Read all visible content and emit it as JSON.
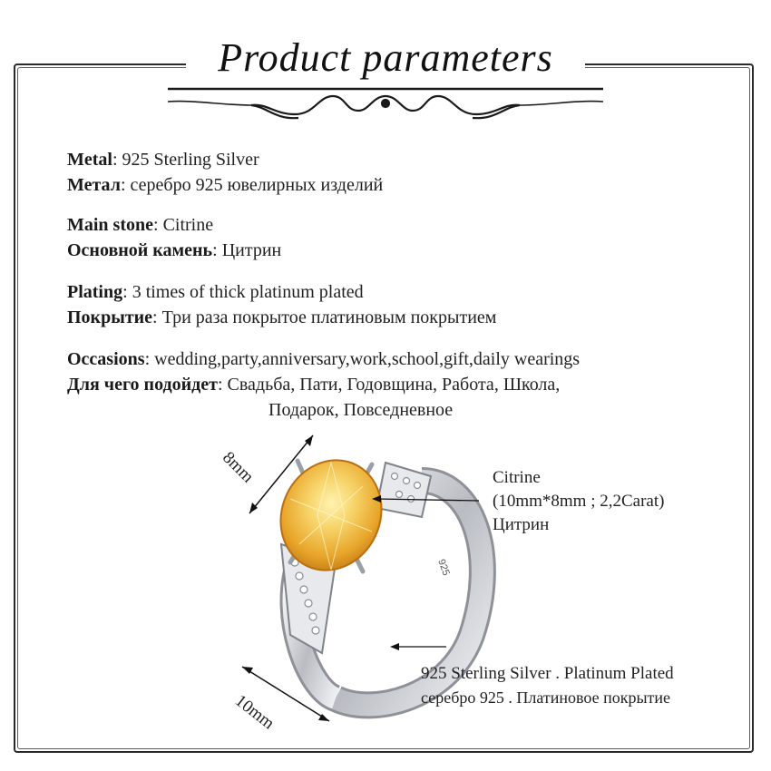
{
  "header": {
    "title": "Product parameters"
  },
  "specs": [
    {
      "label": "Metal",
      "sep": ": ",
      "value": "925 Sterling Silver"
    },
    {
      "label": "Метал",
      "sep": ": ",
      "value": "серебро 925 ювелирных изделий"
    },
    {
      "label": "Main stone",
      "sep": ": ",
      "value": "Citrine"
    },
    {
      "label": "Основной камень",
      "sep": ": ",
      "value": "Цитрин"
    },
    {
      "label": "Plating",
      "sep": ":  ",
      "value": "3 times of thick platinum plated"
    },
    {
      "label": "Покрытие",
      "sep": ": ",
      "value": "Три раза покрытое платиновым покрытием"
    },
    {
      "label": "Occasions",
      "sep": ": ",
      "value": "wedding,party,anniversary,work,school,gift,daily wearings"
    },
    {
      "label": "Для чего подойдет",
      "sep": ":  ",
      "value": "Свадьба, Пати, Годовщина, Работа, Школа,"
    },
    {
      "continuation": "Подарок, Повседневное"
    }
  ],
  "diagram": {
    "stone_label_en": "Citrine",
    "stone_size": "(10mm*8mm ; 2,2Carat)",
    "stone_label_ru": "Цитрин",
    "band_label_en": "925 Sterling Silver . Platinum Plated",
    "band_label_ru": "серебро 925 .  Платиновое покрытие",
    "width_dim": "8mm",
    "length_dim": "10mm",
    "band_stamp": "925"
  },
  "colors": {
    "citrine": "#e8a52a",
    "citrine_light": "#f7d46a",
    "silver": "#c9ccd1",
    "frame": "#2a2a2a"
  }
}
